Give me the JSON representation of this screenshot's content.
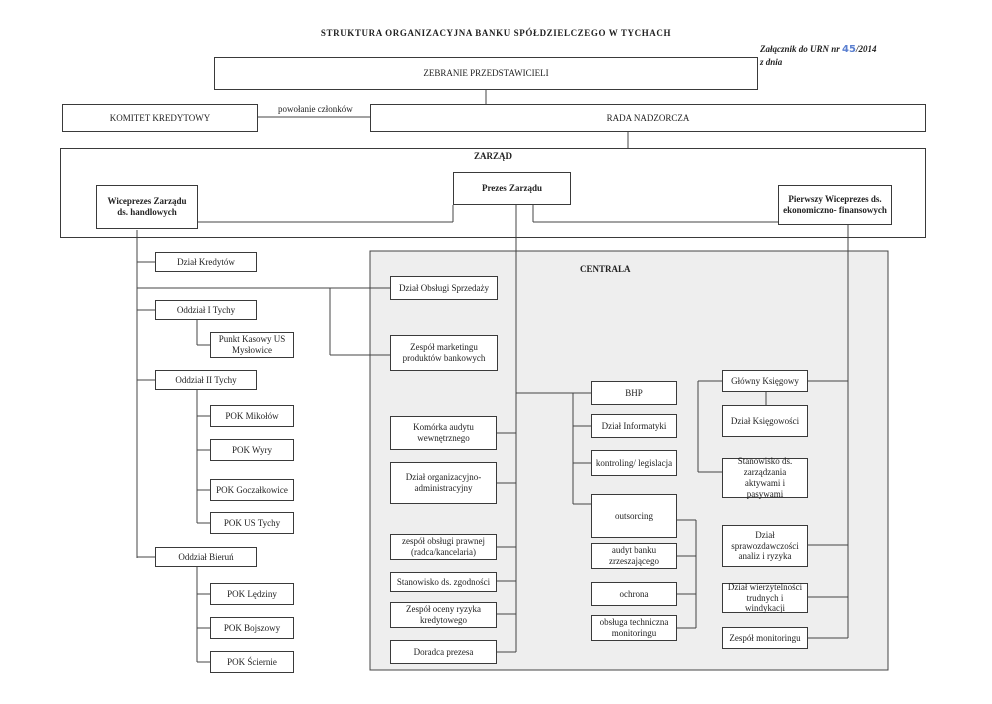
{
  "title": "STRUKTURA  ORGANIZACYJNA  BANKU SPÓŁDZIELCZEGO W TYCHACH",
  "attachment": {
    "prefix": "Załącznik do URN nr ",
    "handwritten": "45",
    "year": "/2014",
    "date_label": "z dnia"
  },
  "top": {
    "assembly": "ZEBRANIE PRZEDSTAWICIELI",
    "credit_committee": "KOMITET KREDYTOWY",
    "appointment_label": "powołanie członków",
    "supervisory_board": "RADA NADZORCZA"
  },
  "board": {
    "title": "ZARZĄD",
    "president": "Prezes Zarządu",
    "vp_commercial": "Wiceprezes Zarządu\nds. handlowych",
    "first_vp": "Pierwszy Wiceprezes ds.\nekonomiczno- finansowych"
  },
  "left": {
    "credit_dept": "Dział Kredytów",
    "branch1": "Oddział I Tychy",
    "branch1_units": [
      "Punkt Kasowy US\nMysłowice"
    ],
    "branch2": "Oddział II Tychy",
    "branch2_units": [
      "POK Mikołów",
      "POK Wyry",
      "POK Goczałkowice",
      "POK US Tychy"
    ],
    "branch3": "Oddział Bieruń",
    "branch3_units": [
      "POK Lędziny",
      "POK Bojszowy",
      "POK Ściernie"
    ]
  },
  "centrala": {
    "label": "CENTRALA",
    "sales": "Dział Obsługi Sprzedaży",
    "marketing": "Zespół marketingu\nproduktów bankowych",
    "col1": [
      "Komórka audytu\nwewnętrznego",
      "Dział organizacyjno-\nadministracyjny",
      "zespół obsługi prawnej\n(radca/kancelaria)",
      "Stanowisko ds. zgodności",
      "Zespół oceny ryzyka\nkredytowego",
      "Doradca prezesa"
    ],
    "col2": [
      "BHP",
      "Dział Informatyki",
      "kontroling/ legislacja",
      "outsorcing"
    ],
    "outsourcing": [
      "audyt banku\nzrzeszającego",
      "ochrona",
      "obsługa techniczna\nmonitoringu"
    ],
    "col3": [
      "Główny Księgowy",
      "Dział  Księgowości",
      "Stanowisko ds.\nzarządzania aktywami i\npasywami",
      "Dział\nsprawozdawczości\nanaliz i ryzyka",
      "Dział wierzytelności\ntrudnych i windykacji",
      "Zespół monitoringu"
    ]
  }
}
